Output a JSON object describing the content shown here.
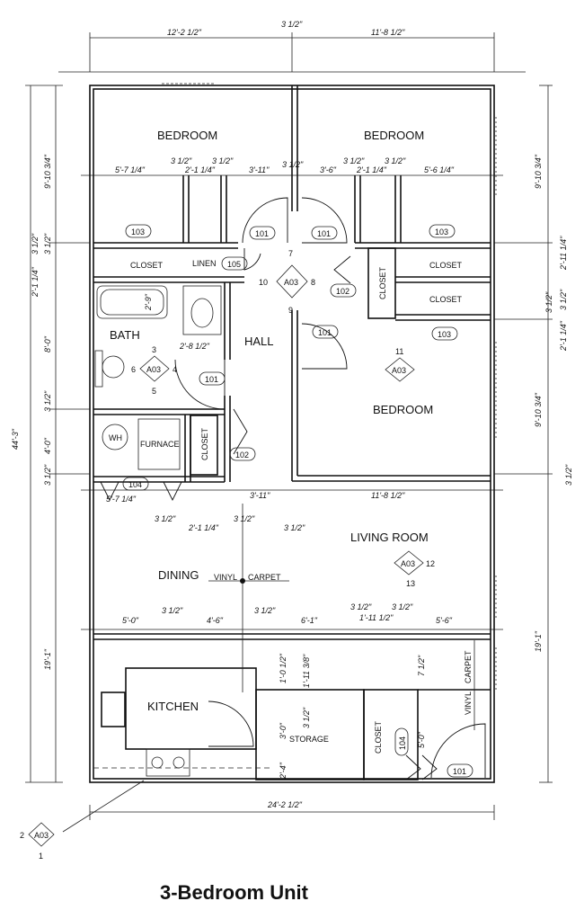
{
  "title": "3-Bedroom Unit",
  "rooms": {
    "bedroom_nw": "BEDROOM",
    "bedroom_ne": "BEDROOM",
    "bedroom_e": "BEDROOM",
    "hall": "HALL",
    "bath": "BATH",
    "linen": "LINEN",
    "living": "LIVING ROOM",
    "dining": "DINING",
    "kitchen": "KITCHEN",
    "storage": "STORAGE",
    "closet": "CLOSET",
    "furnace": "FURNACE",
    "wh": "WH",
    "vinyl": "VINYL",
    "carpet": "CARPET"
  },
  "dims": {
    "top_mid": "3 1/2\"",
    "top_left": "12'-2 1/2\"",
    "top_right": "11'-8 1/2\"",
    "r1_a": "5'-7 1/4\"",
    "r1_b": "3 1/2\"",
    "r1_c": "3 1/2\"",
    "r1_d": "2'-1 1/4\"",
    "r1_e": "3'-11\"",
    "r1_f": "3 1/2\"",
    "r1_g": "3'-6\"",
    "r1_h": "3 1/2\"",
    "r1_i": "3 1/2\"",
    "r1_j": "2'-1 1/4\"",
    "r1_k": "5'-6 1/4\"",
    "bath_w": "2'-8 1/2\"",
    "tub": "2'-9\"",
    "r2_a": "5'-7 1/4\"",
    "r2_b": "3'-11\"",
    "r2_c": "11'-8 1/2\"",
    "r3_a": "3 1/2\"",
    "r3_b": "2'-1 1/4\"",
    "r3_c": "3 1/2\"",
    "r3_d": "3 1/2\"",
    "r4_a": "5'-0\"",
    "r4_b": "3 1/2\"",
    "r4_c": "4'-6\"",
    "r4_d": "3 1/2\"",
    "r4_e": "6'-1\"",
    "r4_f": "3 1/2\"",
    "r4_g": "1'-11 1/2\"",
    "r4_h": "3 1/2\"",
    "r4_i": "5'-6\"",
    "k_a": "1'-0 1/2\"",
    "k_b": "1'-11 3/8\"",
    "k_c": "3 1/2\"",
    "k_d": "3'-0\"",
    "k_e": "2'-4\"",
    "k_f": "7 1/2\"",
    "k_g": "5'-0\"",
    "bottom": "24'-2 1/2\"",
    "left_total": "44'-3\"",
    "left_a": "9'-10 3/4\"",
    "left_b": "3 1/2\"",
    "left_c": "3 1/2\"",
    "left_d": "2'-1 1/4\"",
    "left_e": "8'-0\"",
    "left_f": "3 1/2\"",
    "left_g": "4'-0\"",
    "left_h": "3 1/2\"",
    "left_i": "19'-1\"",
    "right_a": "9'-10 3/4\"",
    "right_b": "3 1/2\"",
    "right_c": "2'-11 1/4\"",
    "right_d": "2'-1 1/4\"",
    "right_e": "3 1/2\"",
    "right_f": "9'-10 3/4\"",
    "right_g": "3 1/2\"",
    "right_h": "19'-1\""
  },
  "tags": {
    "d101": "101",
    "d102": "102",
    "d103": "103",
    "d104": "104",
    "d105": "105",
    "a03": "A03"
  },
  "marks": {
    "n1": "1",
    "n2": "2",
    "n3": "3",
    "n4": "4",
    "n5": "5",
    "n6": "6",
    "n7": "7",
    "n8": "8",
    "n9": "9",
    "n10": "10",
    "n11": "11",
    "n12": "12",
    "n13": "13"
  }
}
